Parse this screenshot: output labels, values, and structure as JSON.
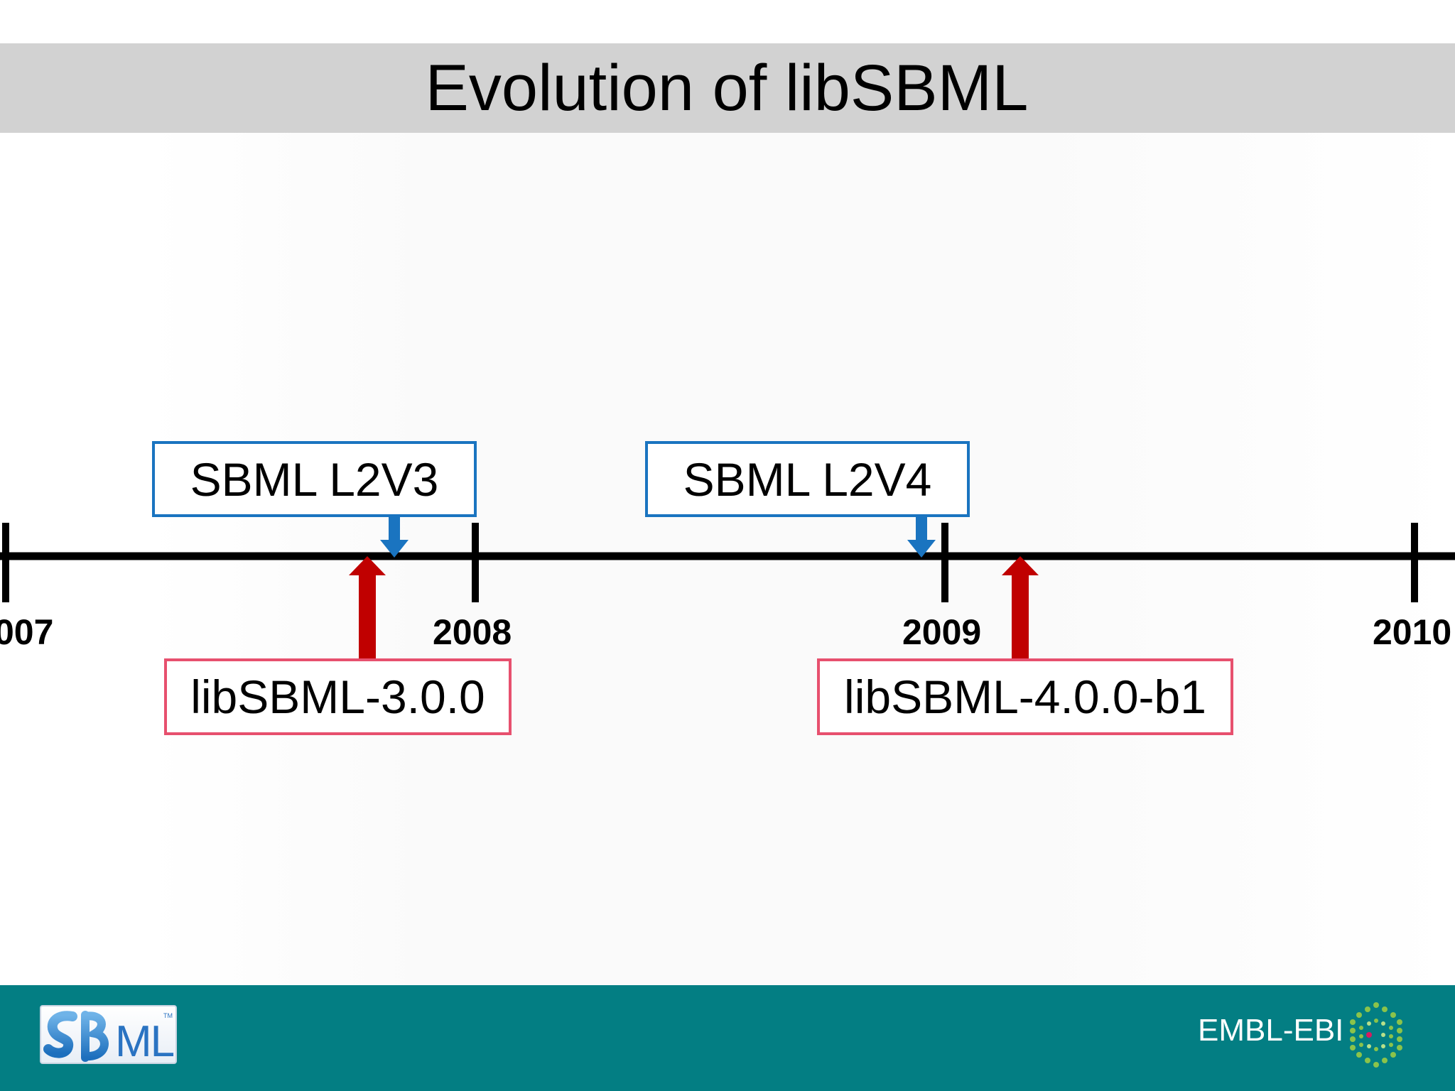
{
  "slide": {
    "title": "Evolution of libSBML"
  },
  "timeline": {
    "years": [
      "007",
      "2008",
      "2009",
      "2010"
    ],
    "sbml_releases": [
      {
        "label": "SBML L2V3"
      },
      {
        "label": "SBML L2V4"
      }
    ],
    "libsbml_releases": [
      {
        "label": "libSBML-3.0.0"
      },
      {
        "label": "libSBML-4.0.0-b1"
      }
    ]
  },
  "colors": {
    "sbml_box_border": "#1a74c0",
    "sbml_arrow": "#1a74c0",
    "libsbml_box_border": "#e7506e",
    "libsbml_arrow": "#c00000",
    "footer_bg": "#037e83",
    "title_bar_bg": "#d2d2d2"
  },
  "footer": {
    "left_logo": "SBML",
    "left_logo_tm": "TM",
    "right_logo": "EMBL-EBI"
  }
}
